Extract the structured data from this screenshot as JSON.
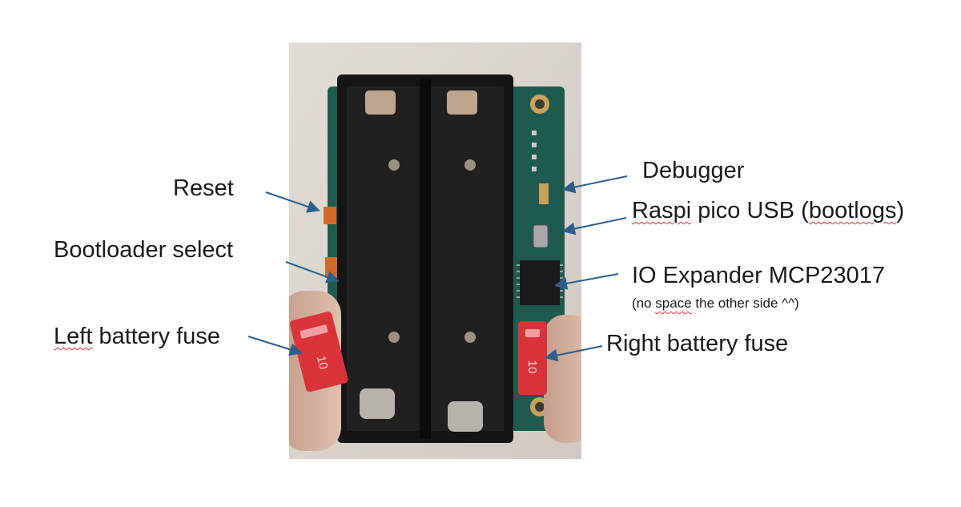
{
  "photo": {
    "fuse_left_text": "10",
    "fuse_right_text": "10",
    "colors": {
      "background_wall": "#d9d4cd",
      "pcb_green": "#1f5a4e",
      "battery_holder": "#151515",
      "fuse_red": "#d9343a",
      "gold_pad": "#c9a15a",
      "arrow_blue": "#2b5f8c"
    }
  },
  "labels": {
    "reset": "Reset",
    "bootloader": "Bootloader select",
    "left_fuse_word1": "Left",
    "left_fuse_rest": "battery fuse",
    "debugger": "Debugger",
    "usb_word1": "Raspi",
    "usb_mid": "pico USB (",
    "usb_word2": "bootlogs",
    "usb_end": ")",
    "io_expander": "IO Expander MCP23017",
    "io_note_pre": "(no ",
    "io_note_space": "space",
    "io_note_post": " the other side ^^)",
    "right_fuse": "Right battery fuse"
  }
}
